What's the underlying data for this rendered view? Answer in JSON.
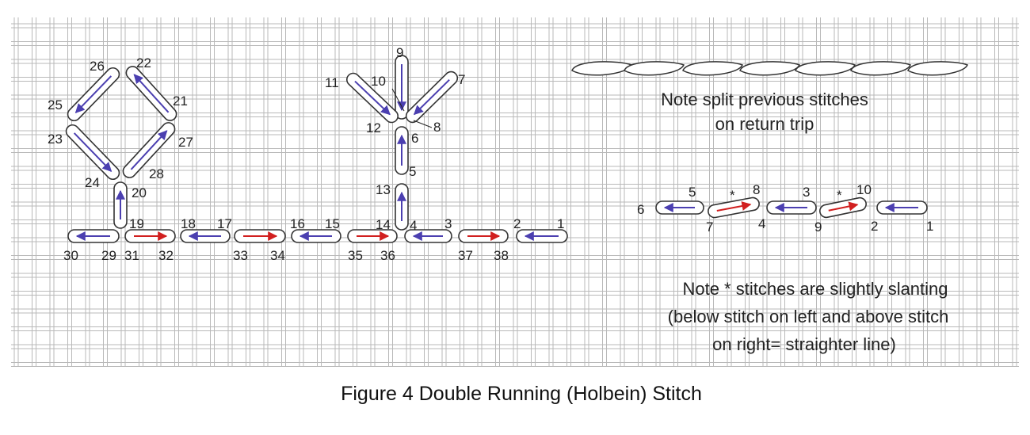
{
  "caption": "Figure 4 Double Running (Holbein) Stitch",
  "notes": {
    "split_line1": "Note split previous stitches",
    "split_line2": "on return trip",
    "slant_line1": "Note * stitches are slightly slanting",
    "slant_line2": "(below stitch on left and  above stitch",
    "slant_line3": "on right= straighter line)"
  },
  "colors": {
    "canvas_thread": "#b9b9b9",
    "stitch_outline": "#333333",
    "forward_arrow": "#d11f1f",
    "return_arrow": "#4b3fb0",
    "caption_text": "#111111"
  },
  "left_diagram_labels": [
    "1",
    "2",
    "3",
    "4",
    "5",
    "6",
    "7",
    "8",
    "9",
    "10",
    "11",
    "12",
    "13",
    "14",
    "15",
    "16",
    "17",
    "18",
    "19",
    "20",
    "21",
    "22",
    "23",
    "24",
    "25",
    "26",
    "27",
    "28",
    "29",
    "30",
    "31",
    "32",
    "33",
    "34",
    "35",
    "36",
    "37",
    "38"
  ],
  "right_diagram_labels": [
    "1",
    "2",
    "3",
    "4",
    "5",
    "6",
    "7",
    "8",
    "9",
    "10",
    "*",
    "*"
  ]
}
